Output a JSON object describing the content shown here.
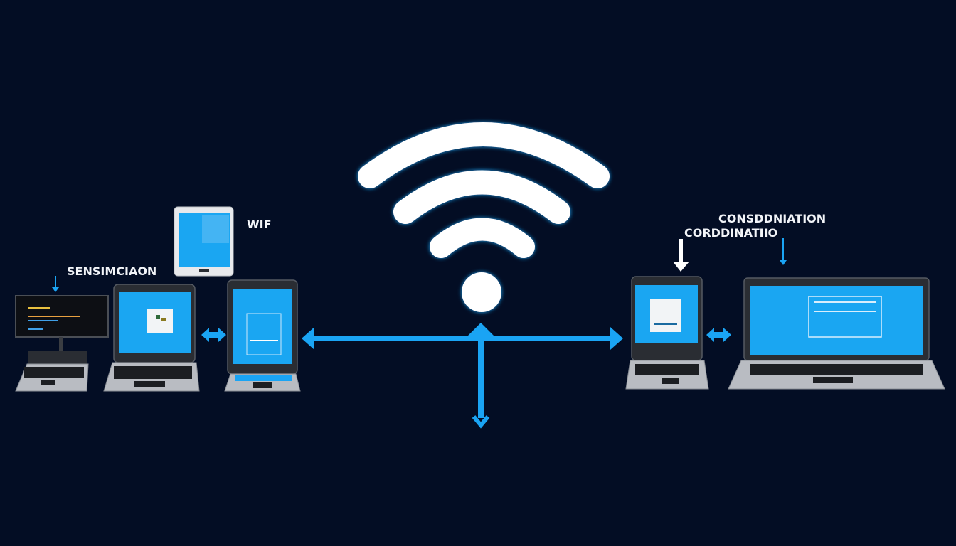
{
  "labels": {
    "sync": "SENSIMCIAON",
    "wifi": "WIF",
    "coordination_top": "CONSDDNIATION",
    "coordination_bottom": "CORDDINATIIO"
  },
  "colors": {
    "background": "#030d24",
    "accent": "#1aa4f4",
    "wifi_symbol": "#ffffff"
  },
  "icons": [
    "wifi-icon",
    "double-arrow-icon",
    "down-arrow-icon"
  ]
}
